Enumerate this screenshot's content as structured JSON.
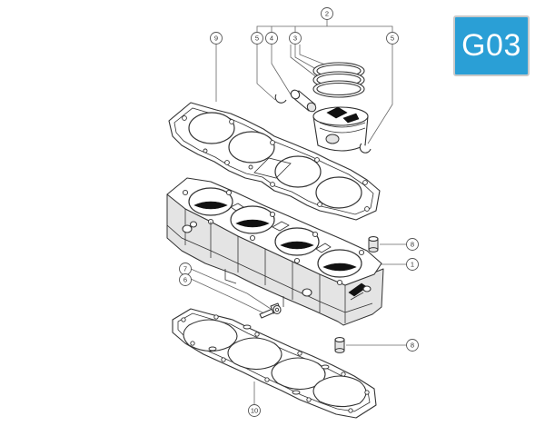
{
  "section_code": "G03",
  "accent_color": "#2a9fd6",
  "callouts": {
    "c1": "1",
    "c2": "2",
    "c3": "3",
    "c4": "4",
    "c5a": "5",
    "c5b": "5",
    "c6": "6",
    "c7": "7",
    "c8a": "8",
    "c8b": "8",
    "c9": "9",
    "c10": "10"
  }
}
